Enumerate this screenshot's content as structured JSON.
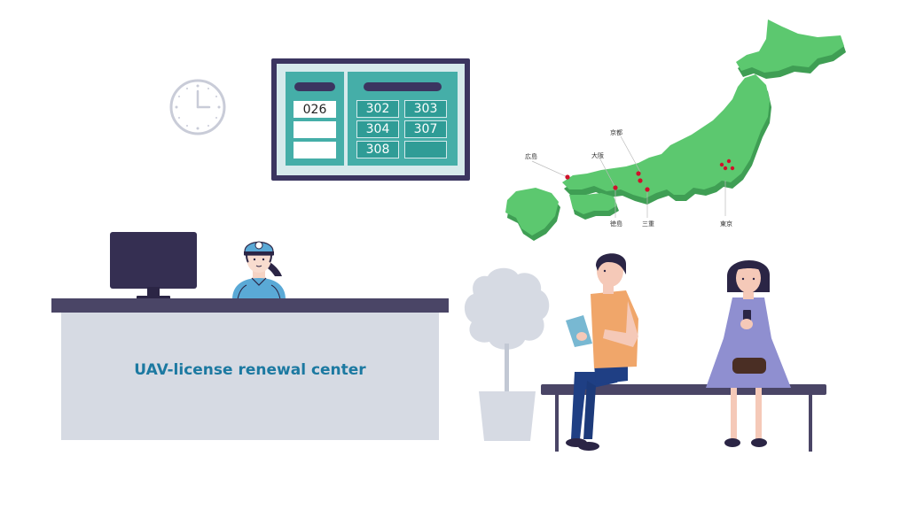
{
  "board": {
    "waiting_numbers": [
      "026",
      "",
      ""
    ],
    "called_numbers": [
      "302",
      "303",
      "304",
      "307",
      "308",
      ""
    ]
  },
  "counter": {
    "sign": "UAV-license renewal center"
  },
  "map": {
    "labels": [
      "広島",
      "京都",
      "大阪",
      "徳島",
      "三重",
      "東京"
    ]
  },
  "colors": {
    "board_frame": "#3b3560",
    "board_teal": "#45aea8",
    "map_green": "#5cc86f",
    "counter": "#d6dae3",
    "sign_text": "#1c79a1"
  }
}
